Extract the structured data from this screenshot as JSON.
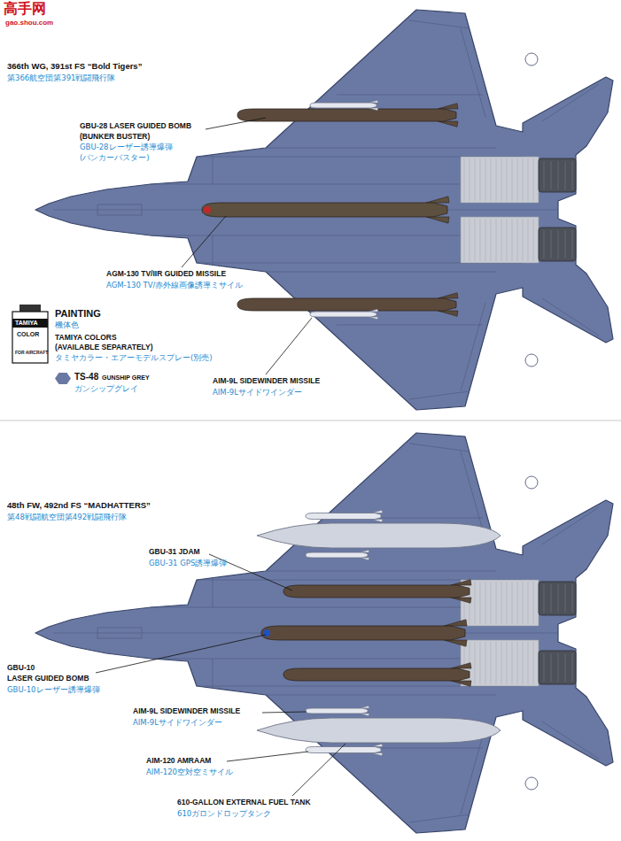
{
  "diagram": {
    "labels": [
      "高手网",
      "gao.shou.com",
      "366th WG, 391st FS “Bold Tigers”",
      "第366航空団第391戦闘飛行隊",
      "GBU-28 LASER GUIDED BOMB",
      "(BUNKER BUSTER)",
      "GBU-28レーザー誘導爆弾",
      "(バンカーバスター)",
      "AGM-130 TV/IIR GUIDED MISSILE",
      "AGM-130 TV/赤外線画像誘導ミサイル",
      "TAMIYA",
      "COLOR",
      "FOR AIRCRAFT",
      "PAINTING",
      "機体色",
      "TAMIYA COLORS",
      "(AVAILABLE SEPARATELY)",
      "タミヤカラー・エアーモデルスプレー(別売)",
      "GUNSHIP GREY",
      "ガンシップグレイ",
      "AIM-9L SIDEWINDER MISSILE",
      "AIM-9Lサイドワインダー",
      "48th FW, 492nd FS “MADHATTERS”",
      "第48戦闘航空団第492戦闘飛行隊",
      "GBU-31 JDAM",
      "GBU-31 GPS誘導爆弾",
      "GBU-10",
      "LASER GUIDED BOMB",
      "GBU-10レーザー誘導爆弾",
      "AIM-9L SIDEWINDER MISSILE",
      "AIM-9Lサイドワインダー",
      "AIM-120 AMRAAM",
      "AIM-120空対空ミサイル",
      "610-GALLON EXTERNAL FUEL TANK",
      "610ガロンドロップタンク"
    ],
    "legend": [
      {
        "text": "TS-48",
        "color": "#6a79a3"
      }
    ]
  }
}
